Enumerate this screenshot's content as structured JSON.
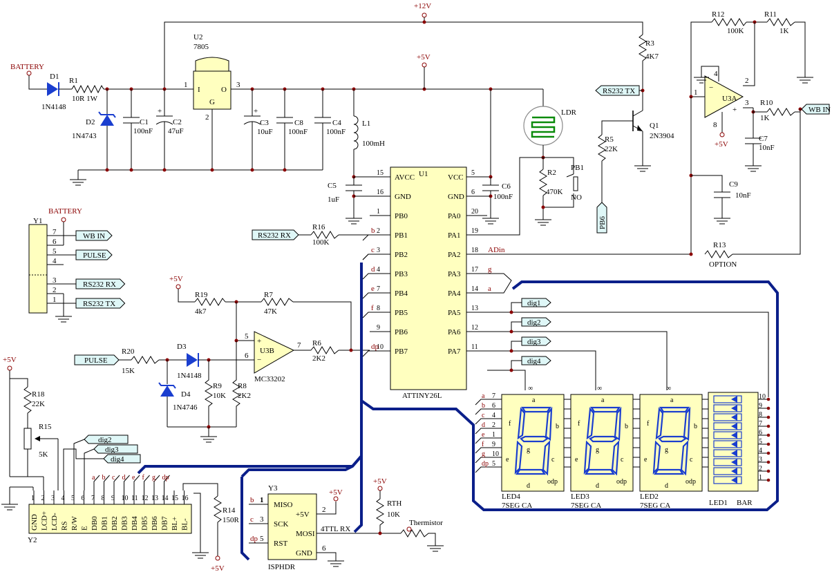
{
  "power": {
    "v12": "+12V",
    "v5": "+5V",
    "battery": "BATTERY"
  },
  "components": {
    "D1": {
      "ref": "D1",
      "value": "1N4148"
    },
    "R1": {
      "ref": "R1",
      "value": "10R 1W"
    },
    "D2": {
      "ref": "D2",
      "value": "1N4743"
    },
    "C1": {
      "ref": "C1",
      "value": "100nF"
    },
    "C2": {
      "ref": "C2",
      "value": "47uF"
    },
    "U2": {
      "ref": "U2",
      "value": "7805",
      "pin_i": "I",
      "pin_o": "O",
      "pin_g": "G",
      "p1": "1",
      "p2": "2",
      "p3": "3"
    },
    "C3": {
      "ref": "C3",
      "value": "10uF"
    },
    "C8": {
      "ref": "C8",
      "value": "100nF"
    },
    "C4": {
      "ref": "C4",
      "value": "100nF"
    },
    "L1": {
      "ref": "L1",
      "value": "100mH"
    },
    "C5": {
      "ref": "C5",
      "value": "1uF"
    },
    "C6": {
      "ref": "C6",
      "value": "100nF"
    },
    "LDR": {
      "ref": "LDR"
    },
    "R2": {
      "ref": "R2",
      "value": "470K"
    },
    "PB1": {
      "ref": "PB1",
      "value": "NO"
    },
    "R3": {
      "ref": "R3",
      "value": "4K7"
    },
    "Q1": {
      "ref": "Q1",
      "value": "2N3904"
    },
    "R5": {
      "ref": "R5",
      "value": "22K"
    },
    "R12": {
      "ref": "R12",
      "value": "100K"
    },
    "R11": {
      "ref": "R11",
      "value": "1K"
    },
    "U3A": {
      "ref": "U3A",
      "p1": "1",
      "p2": "2",
      "p3": "3",
      "p4": "4",
      "p8": "8"
    },
    "R10": {
      "ref": "R10",
      "value": "1K"
    },
    "C7": {
      "ref": "C7",
      "value": "10nF"
    },
    "C9": {
      "ref": "C9",
      "value": "10nF"
    },
    "R13": {
      "ref": "R13",
      "value": "OPTION"
    },
    "U1": {
      "ref": "U1",
      "value": "ATTINY26L"
    },
    "R16": {
      "ref": "R16",
      "value": "100K"
    },
    "R19": {
      "ref": "R19",
      "value": "4k7"
    },
    "R7": {
      "ref": "R7",
      "value": "47K"
    },
    "U3B": {
      "ref": "U3B",
      "value": "MC33202",
      "p5": "5",
      "p6": "6",
      "p7": "7"
    },
    "R6": {
      "ref": "R6",
      "value": "2K2"
    },
    "R20": {
      "ref": "R20",
      "value": "15K"
    },
    "D3": {
      "ref": "D3",
      "value": "1N4148"
    },
    "D4": {
      "ref": "D4",
      "value": "1N4746"
    },
    "R9": {
      "ref": "R9",
      "value": "10K"
    },
    "R8": {
      "ref": "R8",
      "value": "2K2"
    },
    "R18": {
      "ref": "R18",
      "value": "22K"
    },
    "R15": {
      "ref": "R15",
      "value": "5K"
    },
    "R14": {
      "ref": "R14",
      "value": "150R"
    },
    "Y1": {
      "ref": "Y1"
    },
    "Y2": {
      "ref": "Y2"
    },
    "Y3": {
      "ref": "Y3",
      "value": "ISPHDR"
    },
    "RTH": {
      "ref": "RTH",
      "value": "10K",
      "label": "Thermistor"
    },
    "LED4": {
      "ref": "LED4",
      "value": "7SEG CA"
    },
    "LED3": {
      "ref": "LED3",
      "value": "7SEG CA"
    },
    "LED2": {
      "ref": "LED2",
      "value": "7SEG CA"
    },
    "LED1": {
      "ref": "LED1",
      "value": "BAR"
    }
  },
  "u1_left_pins": [
    {
      "num": "15",
      "name": "AVCC"
    },
    {
      "num": "16",
      "name": "GND"
    },
    {
      "num": "1",
      "name": "PB0"
    },
    {
      "num": "2",
      "name": "PB1"
    },
    {
      "num": "3",
      "name": "PB2"
    },
    {
      "num": "4",
      "name": "PB3"
    },
    {
      "num": "7",
      "name": "PB4"
    },
    {
      "num": "8",
      "name": "PB5"
    },
    {
      "num": "9",
      "name": "PB6"
    },
    {
      "num": "10",
      "name": "PB7"
    }
  ],
  "u1_right_pins": [
    {
      "num": "5",
      "name": "VCC"
    },
    {
      "num": "6",
      "name": "GND"
    },
    {
      "num": "20",
      "name": "PA0"
    },
    {
      "num": "19",
      "name": "PA1"
    },
    {
      "num": "18",
      "name": "PA2"
    },
    {
      "num": "17",
      "name": "PA3"
    },
    {
      "num": "14",
      "name": "PA4"
    },
    {
      "num": "13",
      "name": "PA5"
    },
    {
      "num": "12",
      "name": "PA6"
    },
    {
      "num": "11",
      "name": "PA7"
    }
  ],
  "bus_taps_left": [
    "b",
    "c",
    "d",
    "e",
    "f",
    "dp"
  ],
  "pa_nets": {
    "adin": "ADin",
    "g": "g",
    "a": "a"
  },
  "net_labels": {
    "rs232_tx": "RS232 TX",
    "rs232_rx": "RS232 RX",
    "wb_in": "WB IN",
    "pulse": "PULSE",
    "pb6": "PB6",
    "dig1": "dig1",
    "dig2": "dig2",
    "dig3": "dig3",
    "dig4": "dig4",
    "ttl_rx": "4TTL RX",
    "plus5": "+5V"
  },
  "y1_pins": [
    {
      "num": "7",
      "label": "WB IN"
    },
    {
      "num": "6",
      "label": ""
    },
    {
      "num": "5",
      "label": "PULSE"
    },
    {
      "num": "4",
      "label": ""
    },
    {
      "num": "3",
      "label": "RS232 RX"
    },
    {
      "num": "2",
      "label": ""
    },
    {
      "num": "1",
      "label": "RS232 TX"
    }
  ],
  "y2_pins": [
    {
      "num": "1",
      "name": "GND"
    },
    {
      "num": "2",
      "name": "LCD+"
    },
    {
      "num": "3",
      "name": "LCD-"
    },
    {
      "num": "4",
      "name": "RS"
    },
    {
      "num": "5",
      "name": "R/W"
    },
    {
      "num": "6",
      "name": "E"
    },
    {
      "num": "7",
      "name": "DB0"
    },
    {
      "num": "8",
      "name": "DB1"
    },
    {
      "num": "9",
      "name": "DB2"
    },
    {
      "num": "10",
      "name": "DB3"
    },
    {
      "num": "11",
      "name": "DB4"
    },
    {
      "num": "12",
      "name": "DB5"
    },
    {
      "num": "13",
      "name": "DB6"
    },
    {
      "num": "14",
      "name": "DB7"
    },
    {
      "num": "15",
      "name": "BL+"
    },
    {
      "num": "16",
      "name": "BL-"
    }
  ],
  "y2_bus_taps": [
    "a",
    "b",
    "c",
    "d",
    "e",
    "f",
    "g",
    "dp"
  ],
  "y3_pins": {
    "miso": "MISO",
    "sck": "SCK",
    "rst": "RST",
    "v5": "+5V",
    "mosi": "MOSI",
    "gnd": "GND",
    "n1": "1",
    "n3": "3",
    "n5": "5",
    "n2": "2",
    "n4": "4",
    "n6": "6",
    "tb": "b",
    "tc": "c",
    "tdp": "dp"
  },
  "seg_pins": [
    {
      "seg": "a",
      "num": "7"
    },
    {
      "seg": "b",
      "num": "6"
    },
    {
      "seg": "c",
      "num": "4"
    },
    {
      "seg": "d",
      "num": "2"
    },
    {
      "seg": "e",
      "num": "1"
    },
    {
      "seg": "f",
      "num": "9"
    },
    {
      "seg": "g",
      "num": "10"
    },
    {
      "seg": "dp",
      "num": "5"
    }
  ],
  "bar_pins": [
    "10",
    "9",
    "8",
    "7",
    "6",
    "5",
    "4",
    "3",
    "2",
    "1"
  ],
  "seg_display_labels": {
    "a": "a",
    "b": "b",
    "c": "c",
    "d": "d",
    "e": "e",
    "f": "f",
    "g": "g",
    "dp": "dp",
    "inf": "∞"
  }
}
